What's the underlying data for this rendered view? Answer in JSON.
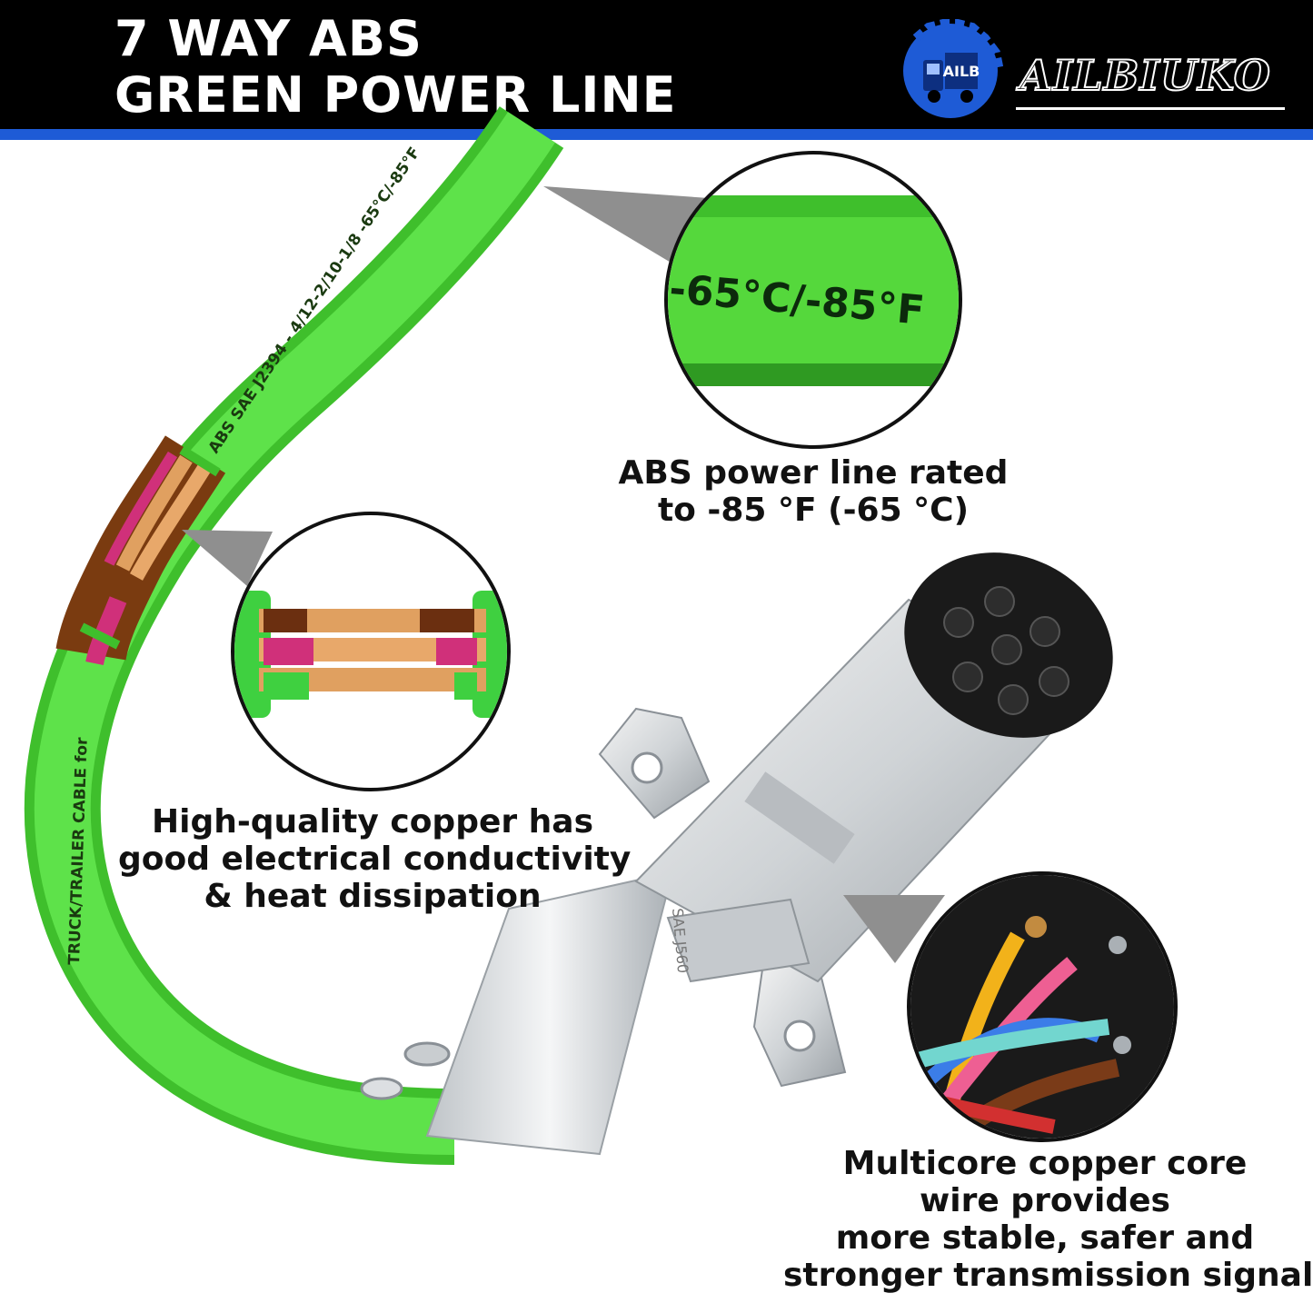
{
  "header": {
    "title_line1": "7 WAY ABS",
    "title_line2": "GREEN POWER LINE",
    "brand": "AILBIUKO",
    "logo_icon": "truck-gear-logo-icon",
    "bg_color": "#000000",
    "stripe_color": "#1e5bd6"
  },
  "cable": {
    "print_upper": "ABS SAE J2394 - 4/12-2/10-1/8 -65°C/-85°F",
    "print_lower": "TRUCK/TRAILER CABLE for",
    "color": "#4fd83a"
  },
  "callouts": {
    "temperature": {
      "zoom_text": "-65°C/-85°F",
      "caption_line1": "ABS power line rated",
      "caption_line2": "to -85 °F (-65 °C)"
    },
    "copper": {
      "caption_line1": "High-quality copper has",
      "caption_line2": "good electrical conductivity",
      "caption_line3": "& heat dissipation"
    },
    "multicore": {
      "caption_line1": "Multicore copper core",
      "caption_line2": "wire provides",
      "caption_line3": "more stable, safer and",
      "caption_line4": "stronger transmission signal"
    }
  },
  "plug": {
    "marking": "SAE J560"
  }
}
